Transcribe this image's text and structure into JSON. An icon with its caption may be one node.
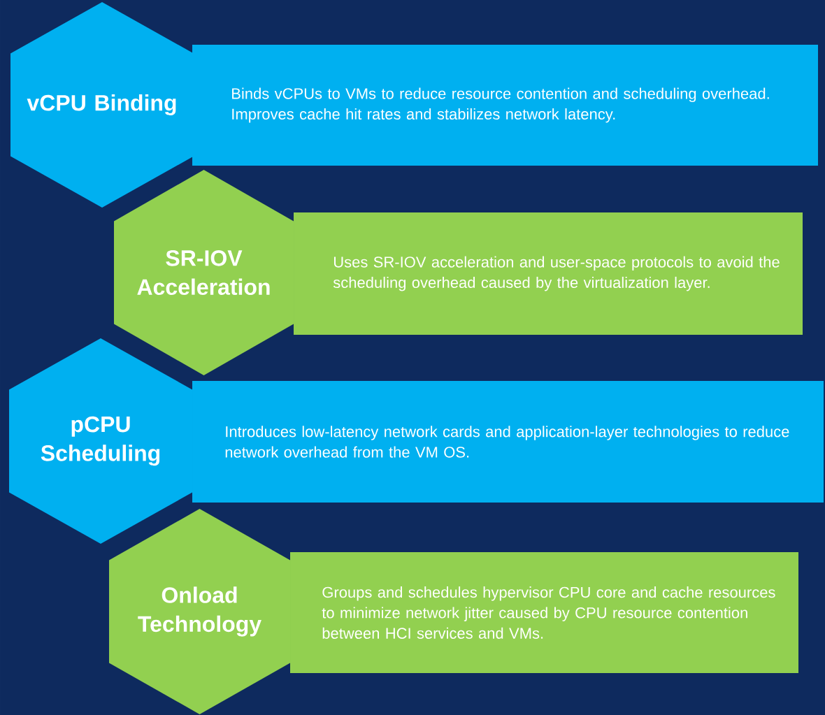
{
  "diagram": {
    "nodes": [
      {
        "text": [
          "vCPU Binding"
        ]
      },
      {
        "text": [
          "Binds vCPUs to VMs to reduce resource contention and scheduling overhead. Improves cache hit rates and stabilizes network latency."
        ]
      },
      {
        "text": [
          "SR-IOV Acceleration"
        ]
      },
      {
        "text": [
          "Uses SR-IOV acceleration and user-space protocols to avoid the scheduling overhead caused by the virtualization layer."
        ]
      },
      {
        "text": [
          "pCPU Scheduling"
        ]
      },
      {
        "text": [
          "Introduces low-latency network cards and application-layer technologies to reduce network overhead from the VM OS."
        ]
      },
      {
        "text": [
          "Onload Technology"
        ]
      },
      {
        "text": [
          "Groups and schedules hypervisor CPU core and cache resources to minimize network jitter caused by CPU resource contention between HCI services and VMs."
        ]
      }
    ],
    "edges": []
  }
}
